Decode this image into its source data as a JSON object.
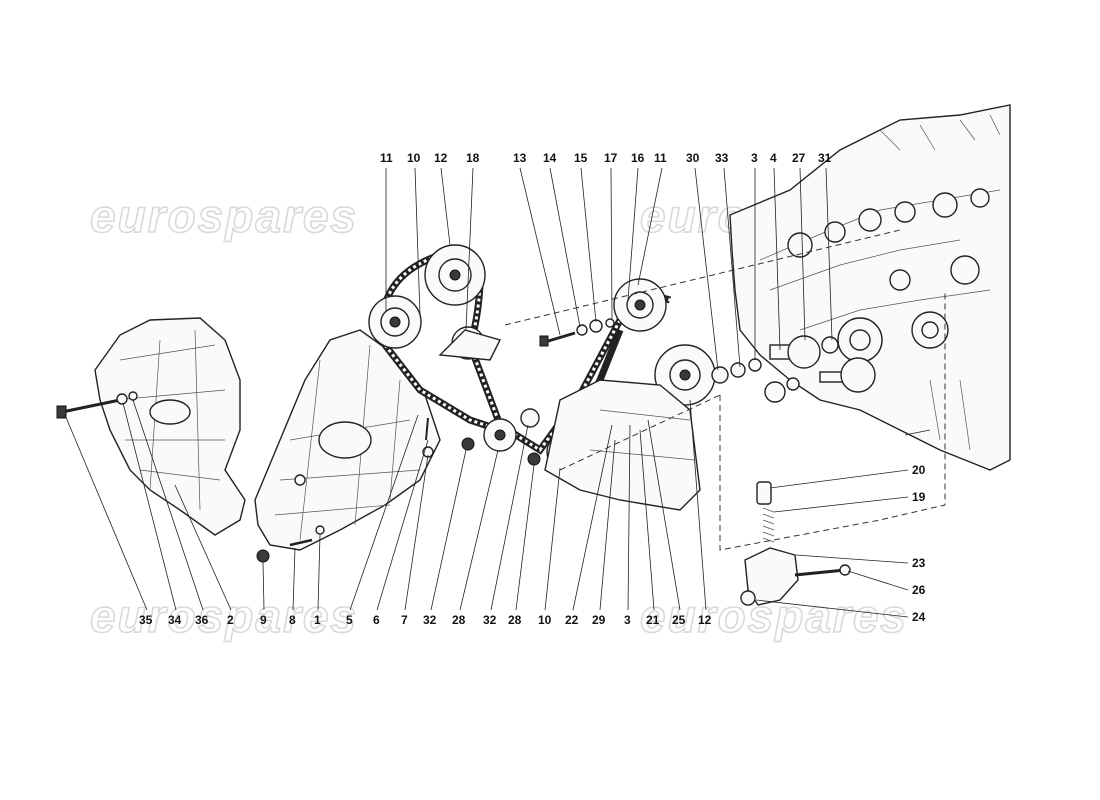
{
  "watermark": "eurospares",
  "top_labels": [
    "11",
    "10",
    "12",
    "18",
    "13",
    "14",
    "15",
    "17",
    "16",
    "11",
    "30",
    "33",
    "3",
    "4",
    "27",
    "31"
  ],
  "bottom_labels": [
    "35",
    "34",
    "36",
    "2",
    "9",
    "8",
    "1",
    "5",
    "6",
    "7",
    "32",
    "28",
    "32",
    "28",
    "10",
    "22",
    "29",
    "3",
    "21",
    "25",
    "12"
  ],
  "right_labels": [
    "20",
    "19",
    "23",
    "26",
    "24"
  ]
}
